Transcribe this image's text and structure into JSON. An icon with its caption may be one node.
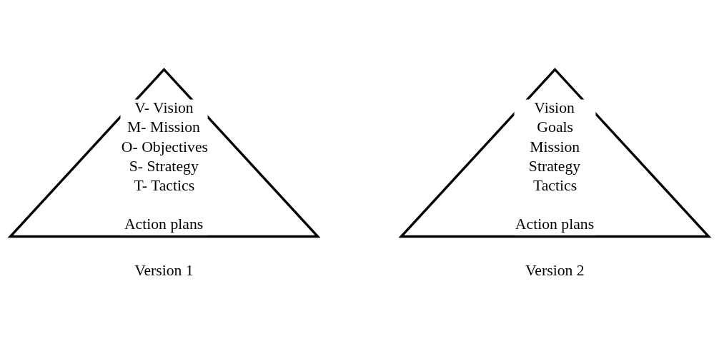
{
  "diagram": {
    "nodes": [
      {
        "text": [
          "V- Vision",
          "M- Mission",
          "O- Objectives",
          "S- Strategy",
          "T- Tactics",
          "Action plans"
        ],
        "beside": [
          "Version 1"
        ]
      },
      {
        "text": [
          "Vision",
          "Goals",
          "Mission",
          "Strategy",
          "Tactics",
          "Action plans"
        ],
        "beside": [
          "Version 2"
        ]
      }
    ]
  }
}
